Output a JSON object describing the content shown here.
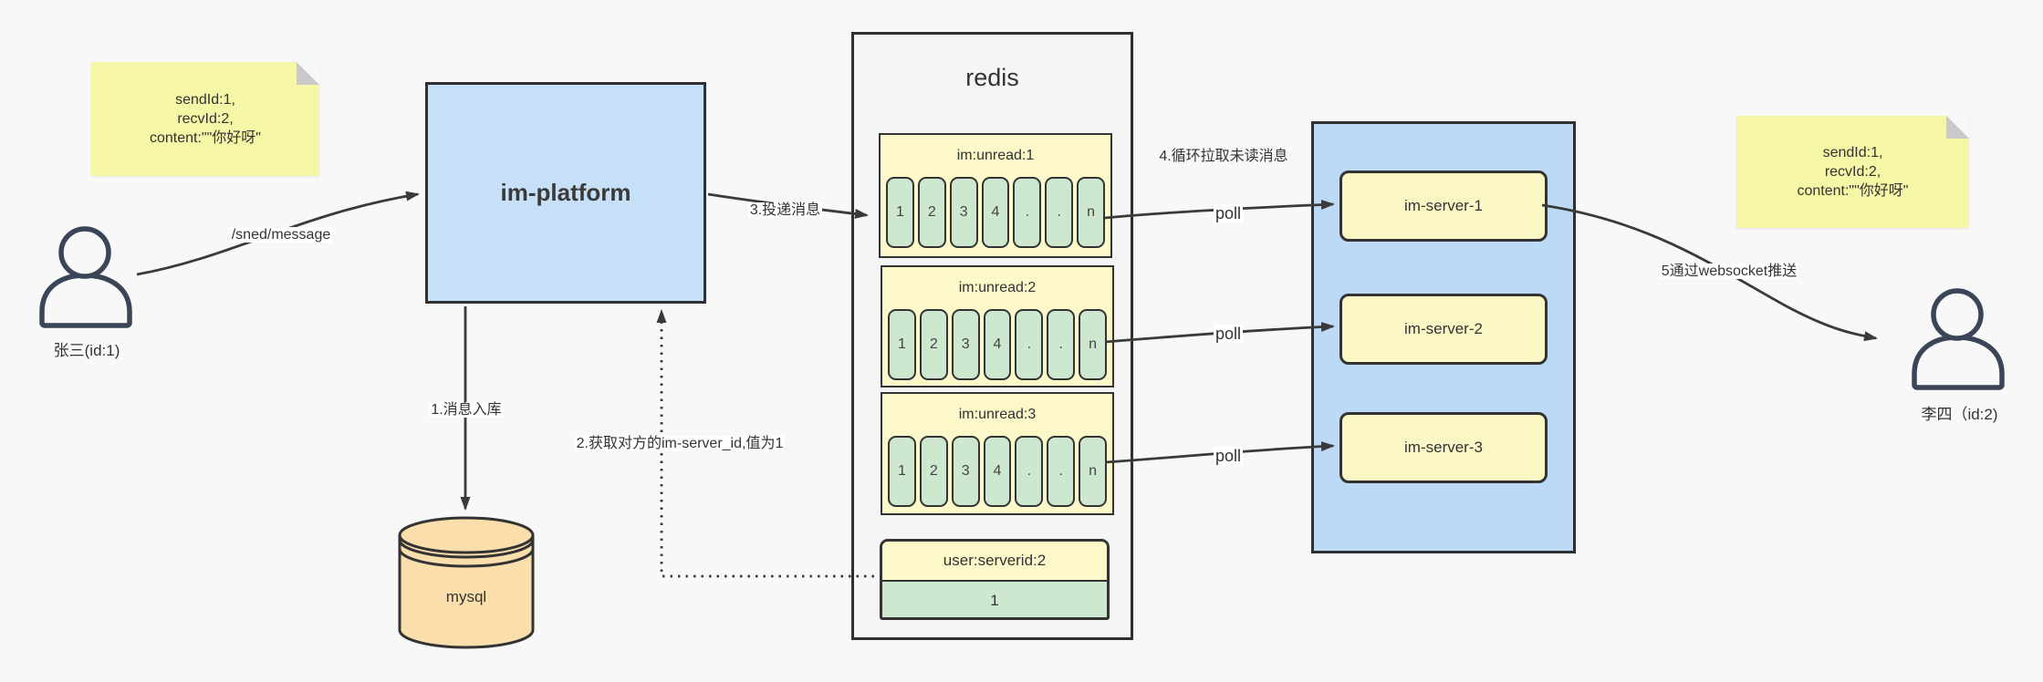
{
  "notes": {
    "left": {
      "line1": "sendId:1,",
      "line2": "recvId:2,",
      "line3": "content:\"\"你好呀\""
    },
    "right": {
      "line1": "sendId:1,",
      "line2": "recvId:2,",
      "line3": "content:\"\"你好呀\""
    }
  },
  "users": {
    "left": {
      "label": "张三(id:1)"
    },
    "right": {
      "label": "李四（id:2)"
    }
  },
  "platform": {
    "label": "im-platform"
  },
  "mysql": {
    "label": "mysql"
  },
  "redis": {
    "title": "redis",
    "queues": [
      {
        "label": "im:unread:1",
        "cells": [
          "1",
          "2",
          "3",
          "4",
          ".",
          ".",
          "n"
        ]
      },
      {
        "label": "im:unread:2",
        "cells": [
          "1",
          "2",
          "3",
          "4",
          ".",
          ".",
          "n"
        ]
      },
      {
        "label": "im:unread:3",
        "cells": [
          "1",
          "2",
          "3",
          "4",
          ".",
          ".",
          "n"
        ]
      }
    ],
    "kv": {
      "label": "user:serverid:2",
      "value": "1"
    }
  },
  "servers": {
    "items": [
      {
        "label": "im-server-1"
      },
      {
        "label": "im-server-2"
      },
      {
        "label": "im-server-3"
      }
    ]
  },
  "edges": {
    "send": "/sned/message",
    "step1": "1.消息入库",
    "step2": "2.获取对方的im-server_id,值为1",
    "step3": "3.投递消息",
    "step4": "4.循环拉取未读消息",
    "step5": "5通过websocket推送",
    "poll1": "poll",
    "poll2": "poll",
    "poll3": "poll"
  },
  "colors": {
    "background": "#f8f8f8",
    "platform_blue": "#c5e0f7",
    "cluster_blue": "#bcdaf5",
    "note_yellow": "#f5f6a6",
    "queue_yellow": "#fcf8c9",
    "cell_green": "#cde8cf",
    "mysql_orange": "#fadfad",
    "line_dark": "#3a3a3a"
  }
}
